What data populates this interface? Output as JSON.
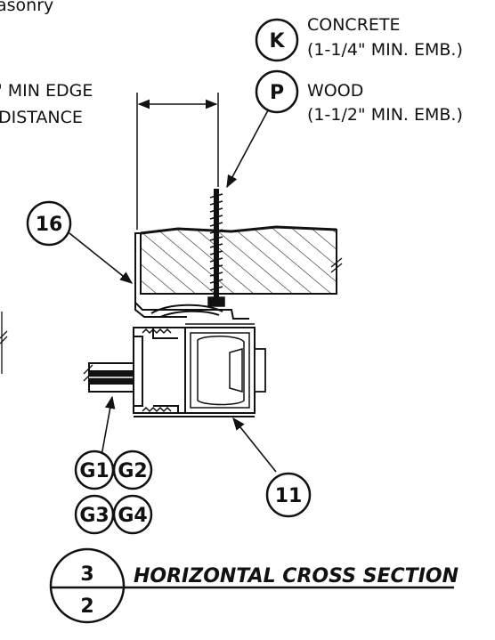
{
  "notes": {
    "top_left": "asonry",
    "edge_distance_line1": "\" MIN EDGE",
    "edge_distance_line2": "DISTANCE",
    "concrete_line1": "CONCRETE",
    "concrete_line2": "(1-1/4\" MIN. EMB.)",
    "wood_line1": "WOOD",
    "wood_line2": "(1-1/2\" MIN. EMB.)"
  },
  "callouts": {
    "k": "K",
    "p": "P",
    "c16": "16",
    "c11": "11",
    "g1": "G1",
    "g2": "G2",
    "g3": "G3",
    "g4": "G4"
  },
  "section": {
    "detail_number": "3",
    "sheet_number": "2",
    "title": "HORIZONTAL CROSS SECTION"
  }
}
